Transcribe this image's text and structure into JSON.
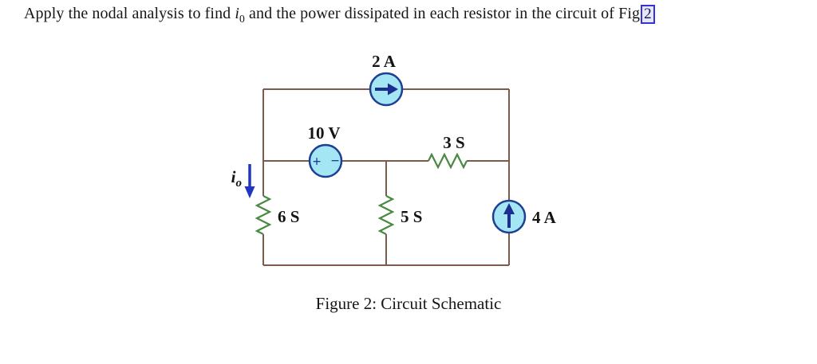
{
  "title": {
    "part1": "Apply the nodal analysis to find ",
    "variable": "i",
    "subscript": "0",
    "part2": " and the power dissipated in each resistor in the circuit of Fig",
    "figure_ref": "2"
  },
  "caption": "Figure 2: Circuit Schematic",
  "circuit": {
    "source_2a": {
      "label": "2 A",
      "type": "current-source",
      "direction": "right"
    },
    "source_10v": {
      "label": "10 V",
      "type": "voltage-source",
      "plus": "+",
      "minus": "−"
    },
    "source_4a": {
      "label": "4 A",
      "type": "current-source",
      "direction": "up"
    },
    "resistor_3s": {
      "label": "3 S"
    },
    "resistor_6s": {
      "label": "6 S"
    },
    "resistor_5s": {
      "label": "5 S"
    },
    "io": {
      "variable": "i",
      "subscript": "o",
      "direction": "down"
    }
  },
  "colors": {
    "wire": "#7d5a49",
    "resistor": "#478b42",
    "source_fill": "#a5e6f4",
    "source_stroke": "#1d4094",
    "source_arrow": "#1b2f8f",
    "io_arrow": "#2135c0",
    "link_box": "#3434d6",
    "text": "#161616"
  }
}
